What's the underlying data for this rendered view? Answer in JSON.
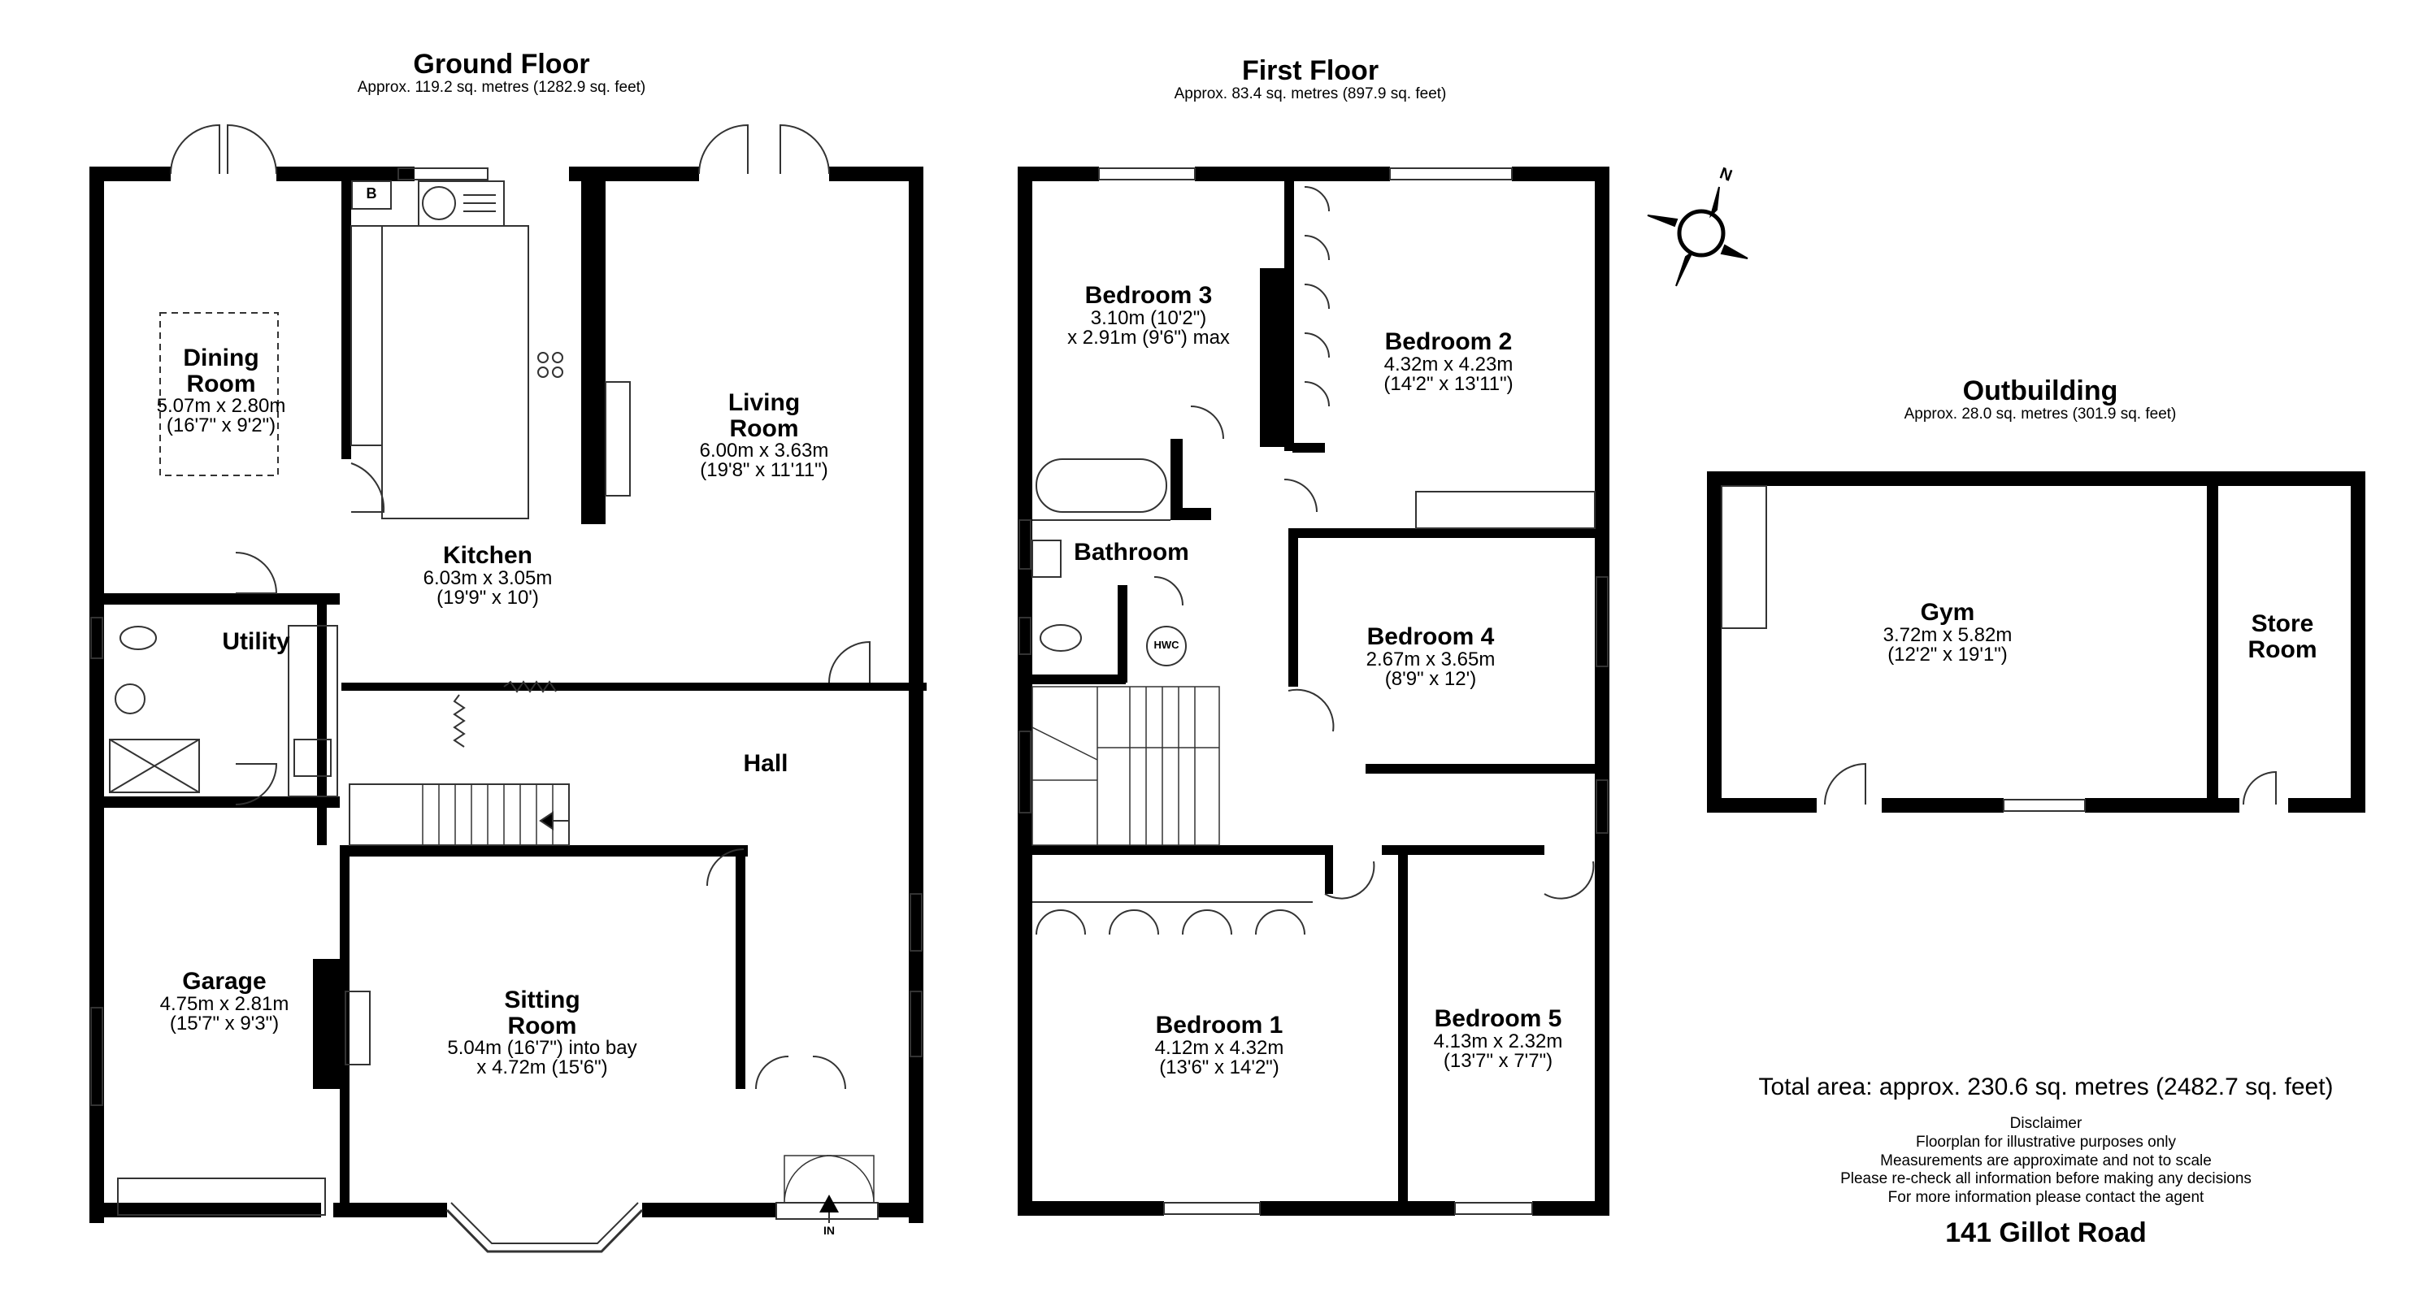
{
  "floors": {
    "ground": {
      "title": "Ground Floor",
      "area": "Approx. 119.2 sq. metres (1282.9 sq. feet)"
    },
    "first": {
      "title": "First Floor",
      "area": "Approx. 83.4 sq. metres (897.9 sq. feet)"
    },
    "outbuilding": {
      "title": "Outbuilding",
      "area": "Approx. 28.0 sq. metres (301.9 sq. feet)"
    }
  },
  "rooms": {
    "dining": {
      "name_line1": "Dining",
      "name_line2": "Room",
      "dim1": "5.07m x 2.80m",
      "dim2": "(16'7\" x 9'2\")"
    },
    "kitchen": {
      "name": "Kitchen",
      "dim1": "6.03m x 3.05m",
      "dim2": "(19'9\" x 10')"
    },
    "living": {
      "name_line1": "Living",
      "name_line2": "Room",
      "dim1": "6.00m x 3.63m",
      "dim2": "(19'8\" x 11'11\")"
    },
    "utility": {
      "name": "Utility"
    },
    "hall": {
      "name": "Hall"
    },
    "garage": {
      "name": "Garage",
      "dim1": "4.75m x 2.81m",
      "dim2": "(15'7\" x 9'3\")"
    },
    "sitting": {
      "name_line1": "Sitting",
      "name_line2": "Room",
      "dim1": "5.04m (16'7\") into bay",
      "dim2": "x 4.72m (15'6\")"
    },
    "bedroom3": {
      "name": "Bedroom 3",
      "dim1": "3.10m (10'2\")",
      "dim2": "x 2.91m (9'6\") max"
    },
    "bedroom2": {
      "name": "Bedroom 2",
      "dim1": "4.32m x 4.23m",
      "dim2": "(14'2\" x 13'11\")"
    },
    "bathroom": {
      "name": "Bathroom"
    },
    "bedroom4": {
      "name": "Bedroom 4",
      "dim1": "2.67m x 3.65m",
      "dim2": "(8'9\" x 12')"
    },
    "bedroom1": {
      "name": "Bedroom 1",
      "dim1": "4.12m x 4.32m",
      "dim2": "(13'6\" x 14'2\")"
    },
    "bedroom5": {
      "name": "Bedroom 5",
      "dim1": "4.13m x 2.32m",
      "dim2": "(13'7\" x 7'7\")"
    },
    "gym": {
      "name": "Gym",
      "dim1": "3.72m x 5.82m",
      "dim2": "(12'2\" x 19'1\")"
    },
    "store": {
      "name_line1": "Store",
      "name_line2": "Room"
    }
  },
  "fixtures": {
    "boiler_tag": "B",
    "hwc_tag": "HWC",
    "entrance_tag": "IN",
    "compass_north": "N"
  },
  "summary": {
    "total_area": "Total area: approx. 230.6 sq. metres (2482.7 sq. feet)",
    "disclaimer": [
      "Disclaimer",
      "Floorplan for illustrative purposes only",
      "Measurements are approximate and not to scale",
      "Please re-check all information before making any decisions",
      "For more information please contact the agent"
    ],
    "address": "141 Gillot Road"
  },
  "colors": {
    "wall": "#000000",
    "background": "#ffffff",
    "fixture_line": "#333333"
  }
}
